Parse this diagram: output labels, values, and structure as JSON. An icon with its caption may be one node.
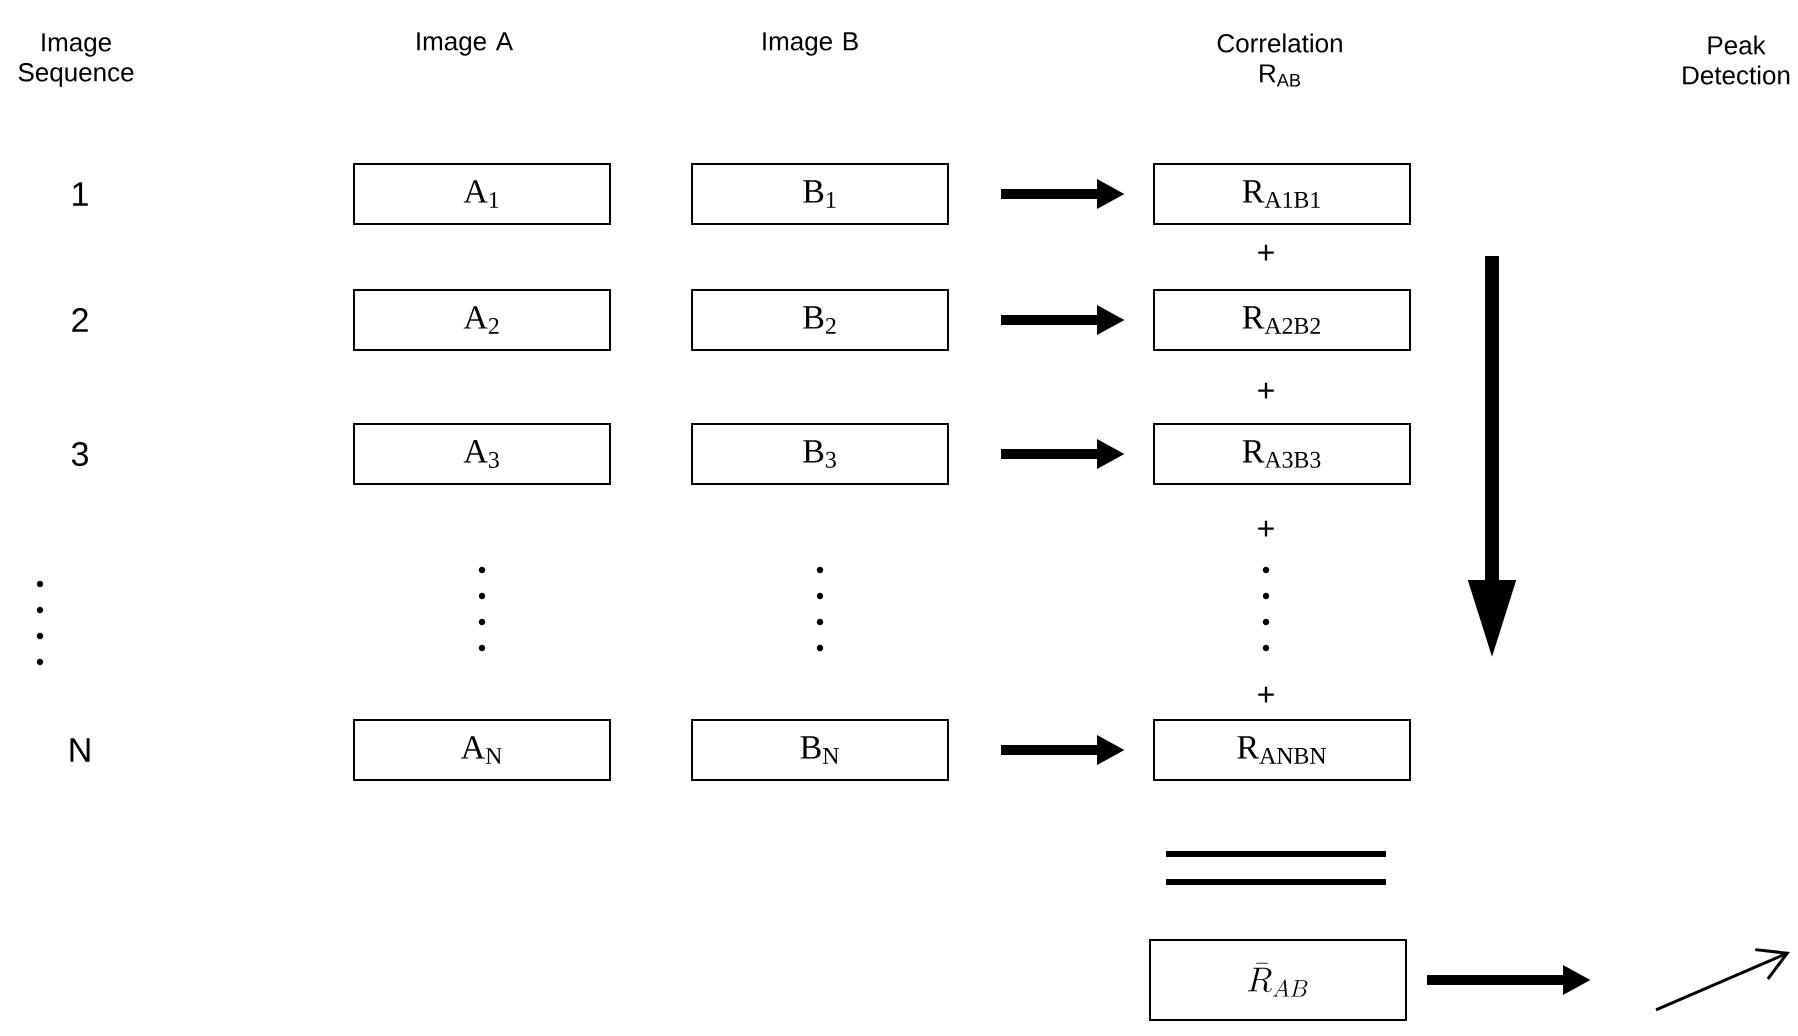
{
  "diagram": {
    "nodes": [
      {
        "text": [
          "A$_{1}$"
        ]
      },
      {
        "text": [
          "A$_{2}$"
        ]
      },
      {
        "text": [
          "A$_{3}$"
        ]
      },
      {
        "text": [
          "A$_{N}$"
        ]
      },
      {
        "text": [
          "B$_{1}$"
        ]
      },
      {
        "text": [
          "B$_{2}$"
        ]
      },
      {
        "text": [
          "B$_{3}$"
        ]
      },
      {
        "text": [
          "B$_{N}$"
        ]
      },
      {
        "text": [
          "R$_{A1B1}$"
        ]
      },
      {
        "text": [
          "R$_{A2B2}$"
        ]
      },
      {
        "text": [
          "R$_{A3B3}$"
        ]
      },
      {
        "text": [
          "R$_{ANBN}$"
        ]
      },
      {
        "text": [
          "\\bar{R}_{AB}"
        ]
      }
    ],
    "edges": [
      {
        "from": 4,
        "to": 8,
        "arrow": "to"
      },
      {
        "from": 5,
        "to": 9,
        "arrow": "to"
      },
      {
        "from": 6,
        "to": 10,
        "arrow": "to"
      },
      {
        "from": 7,
        "to": 11,
        "arrow": "to"
      },
      {
        "from": 12,
        "to": null,
        "arrow": "to"
      }
    ],
    "labels": [
      "Image Sequence",
      "Image A",
      "Image B",
      "Correlation R$_{AB}$",
      "Peak Detection",
      "1",
      "+",
      "2",
      "+",
      "3",
      "+",
      "+",
      "N"
    ]
  }
}
